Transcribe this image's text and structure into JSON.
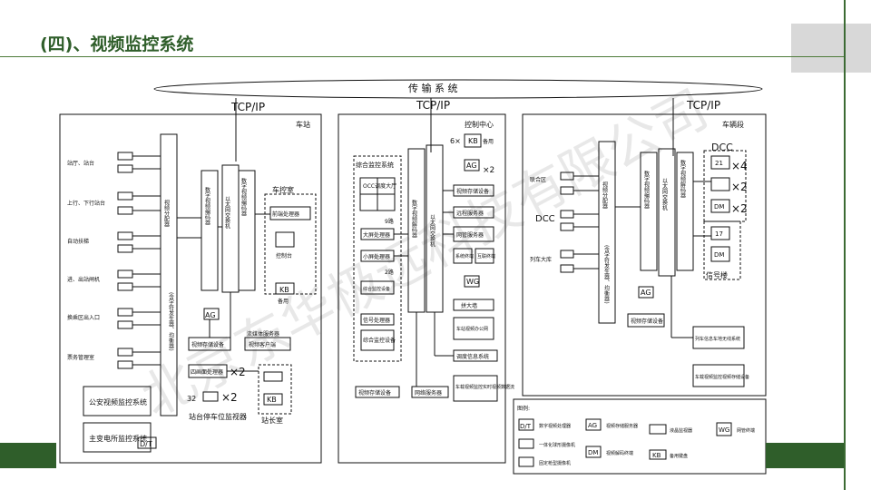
{
  "page": {
    "title": "(四)、视频监控系统",
    "watermark": "北京东华极远科技有限公司"
  },
  "colors": {
    "accent": "#2f5e2a",
    "line": "#111111",
    "shade": "#d8d8d8"
  },
  "diagram": {
    "backbone": "传 输 系 统",
    "tcpip_left": "TCP/IP",
    "tcpip_mid": "TCP/IP",
    "tcpip_right": "TCP/IP",
    "station": {
      "label": "车站",
      "sources": [
        "站厅、站台",
        "上行、下行站台",
        "自动扶梯",
        "进、出站闸机",
        "换乘区出入口",
        "票务管理室"
      ],
      "distributor": "视频分配器",
      "char_note": "(含字符发生器、均衡器)",
      "encoder": "数字视频编码器",
      "switch": "以太网交换机",
      "ctrl_room": "车控室",
      "ctrl_processor": "前端处理器",
      "ctrl_terminal": "控制台",
      "kb": "KB",
      "spare": "备用",
      "storage": "视频存储设备",
      "media_server": "流媒体服务器",
      "media_server2": "视频客户端",
      "quad": "四画面处理器",
      "x2a": "×2",
      "monitor_count": "32",
      "x2b": "×2",
      "platform_monitor": "站台停车位监视器",
      "chief_room": "站长室",
      "public": "公安视频监控系统",
      "substation": "主变电所监控系统",
      "dt": "D/T"
    },
    "center": {
      "label": "控制中心",
      "integrated": "综合监控系统",
      "occ": "OCC调度大厅",
      "nine_label": "9路",
      "big_proc": "大屏处理器",
      "small_proc": "小屏处理器",
      "two_label": "2路",
      "integ_device": "综合监控设备",
      "decoder": "数字视频解码器",
      "switch": "以太网交换机",
      "six": "6×",
      "kb": "KB",
      "spare": "备用",
      "ag": "AG",
      "x2": "×2",
      "storage": "视频存储设备",
      "lane": "远程服务器",
      "net": "网管服务器",
      "s1": "系统终端",
      "s2": "互联终端",
      "wg": "WG",
      "projector": "拼大墙",
      "office": "车站视频办公网",
      "ipsys": "调度信息系统",
      "backup": "车载视频监控实时视频数据流",
      "proc_unit": "信号处理器",
      "integ_storage": "综合监控设备",
      "bottom_store": "视频存储设备",
      "bottom_server": "网络服务器"
    },
    "depot": {
      "label": "车辆段",
      "sources": [
        "联合区",
        "DCC",
        "列车大库"
      ],
      "distributor": "视频分配器",
      "char_note": "(含字符发生器、均衡器)",
      "encoder": "数字视频编码器",
      "switch": "以太网交换机",
      "decoder": "数字视频解码器",
      "dcc": "DCC",
      "n21": "21",
      "x4": "×4",
      "x2a": "×2",
      "x2b": "×2",
      "n17": "17",
      "signal": "信号楼",
      "ag": "AG",
      "storage": "视频存储设备",
      "train_info": "列车信息车地无线系统",
      "onboard": "车载视频监控视频存储设备"
    },
    "legend": {
      "title": "图例:",
      "items": [
        "数字视频处理器",
        "一体化球形摄像机",
        "固定枪型摄像机",
        "视频存储服务器",
        "视频解码终端",
        "液晶监视器",
        "备用键盘",
        "网管终端"
      ],
      "dt": "D/T",
      "ag": "AG",
      "dm": "DM",
      "kb": "KB",
      "wg": "WG"
    }
  }
}
